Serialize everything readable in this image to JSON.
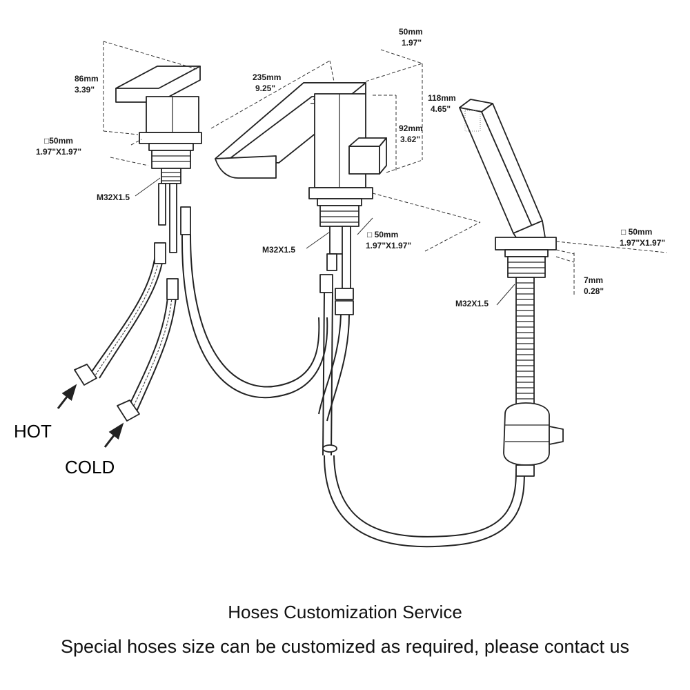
{
  "diagram": {
    "handle": {
      "height_mm": "86mm",
      "height_in": "3.39\"",
      "base_mm": "□50mm",
      "base_in": "1.97\"X1.97\"",
      "thread": "M32X1.5"
    },
    "spout": {
      "length_mm": "235mm",
      "length_in": "9.25\"",
      "width_mm": "50mm",
      "width_in": "1.97\"",
      "total_height_mm": "118mm",
      "total_height_in": "4.65\"",
      "outlet_height_mm": "92mm",
      "outlet_height_in": "3.62\"",
      "base_mm": "□ 50mm",
      "base_in": "1.97\"X1.97\"",
      "thread": "M32X1.5"
    },
    "hand_shower": {
      "base_mm": "□ 50mm",
      "base_in": "1.97\"X1.97\"",
      "thickness_mm": "7mm",
      "thickness_in": "0.28\"",
      "thread": "M32X1.5"
    },
    "hose_labels": {
      "hot": "HOT",
      "cold": "COLD"
    }
  },
  "caption": {
    "title": "Hoses Customization Service",
    "subtitle": "Special hoses size can be customized as required, please contact us"
  }
}
